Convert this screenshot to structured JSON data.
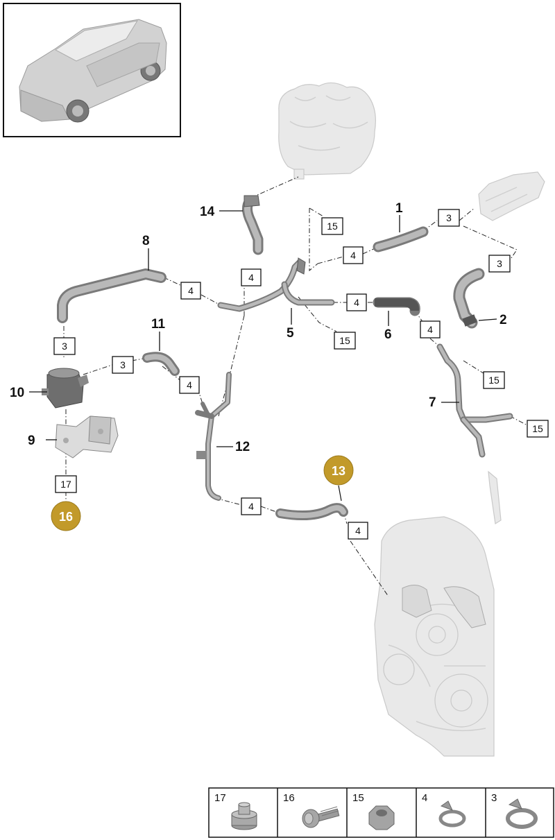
{
  "parts": {
    "p1": "1",
    "p2": "2",
    "p5": "5",
    "p6": "6",
    "p7": "7",
    "p8": "8",
    "p9": "9",
    "p10": "10",
    "p11": "11",
    "p12": "12",
    "p14": "14"
  },
  "boxes": {
    "b3a": "3",
    "b3b": "3",
    "b3c": "3",
    "b3d": "3",
    "b4a": "4",
    "b4b": "4",
    "b4c": "4",
    "b4d": "4",
    "b4e": "4",
    "b4f": "4",
    "b4g": "4",
    "b4h": "4",
    "b15a": "15",
    "b15b": "15",
    "b15c": "15",
    "b15d": "15",
    "b17": "17"
  },
  "highlights": {
    "h13": "13",
    "h16": "16"
  },
  "legend": [
    {
      "label": "17",
      "icon": "plug-cap-icon"
    },
    {
      "label": "16",
      "icon": "bolt-icon"
    },
    {
      "label": "15",
      "icon": "hex-nut-icon"
    },
    {
      "label": "4",
      "icon": "hose-clamp-icon"
    },
    {
      "label": "3",
      "icon": "hose-clamp-icon"
    }
  ],
  "colors": {
    "highlight": "#c29a2a",
    "hose": "#7a7a7a",
    "ghost": "#e9e9e9"
  }
}
